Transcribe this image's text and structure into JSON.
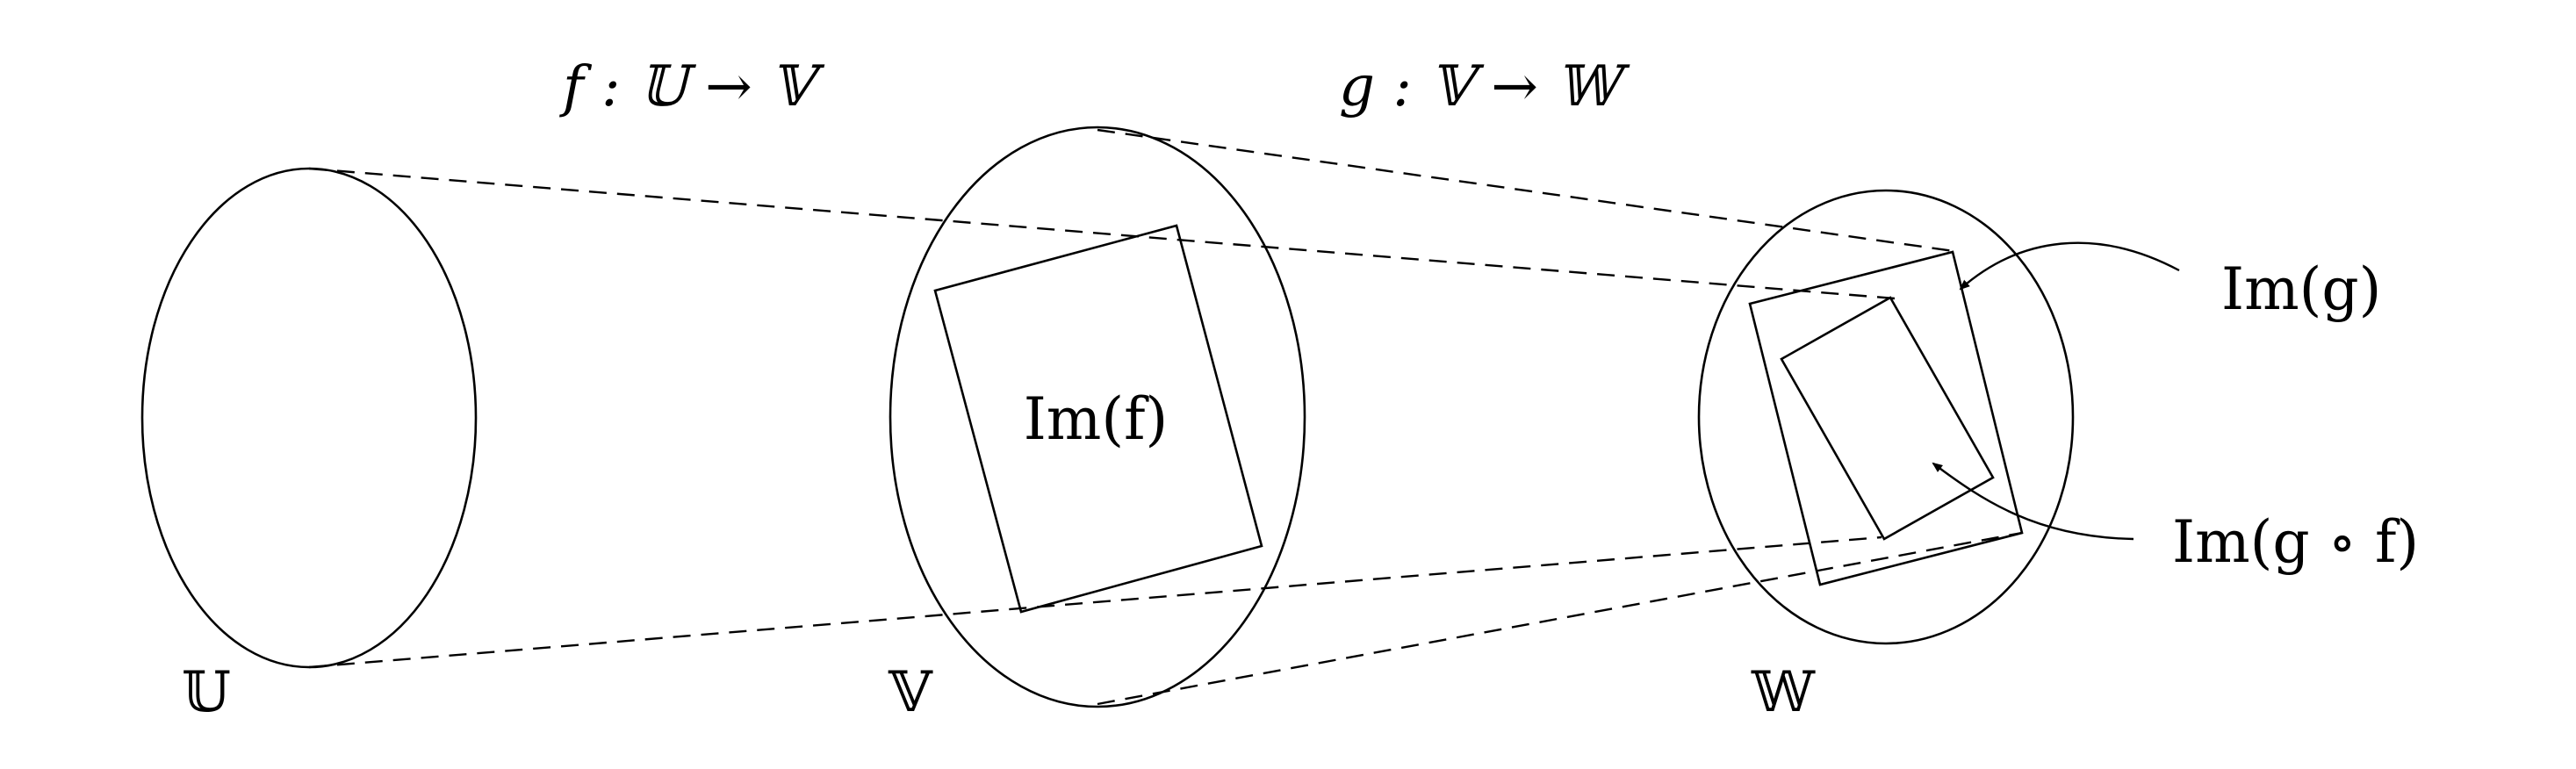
{
  "labels": {
    "set_u": "𝕌",
    "set_v": "𝕍",
    "set_w": "𝕎",
    "map_f": "f : 𝕌 → 𝕍",
    "map_g": "g : 𝕍 → 𝕎",
    "im_f": "Im(f)",
    "im_g": "Im(g)",
    "im_gf": "Im(g ∘ f)"
  },
  "colors": {
    "stroke": "#000000",
    "background": "#ffffff"
  }
}
